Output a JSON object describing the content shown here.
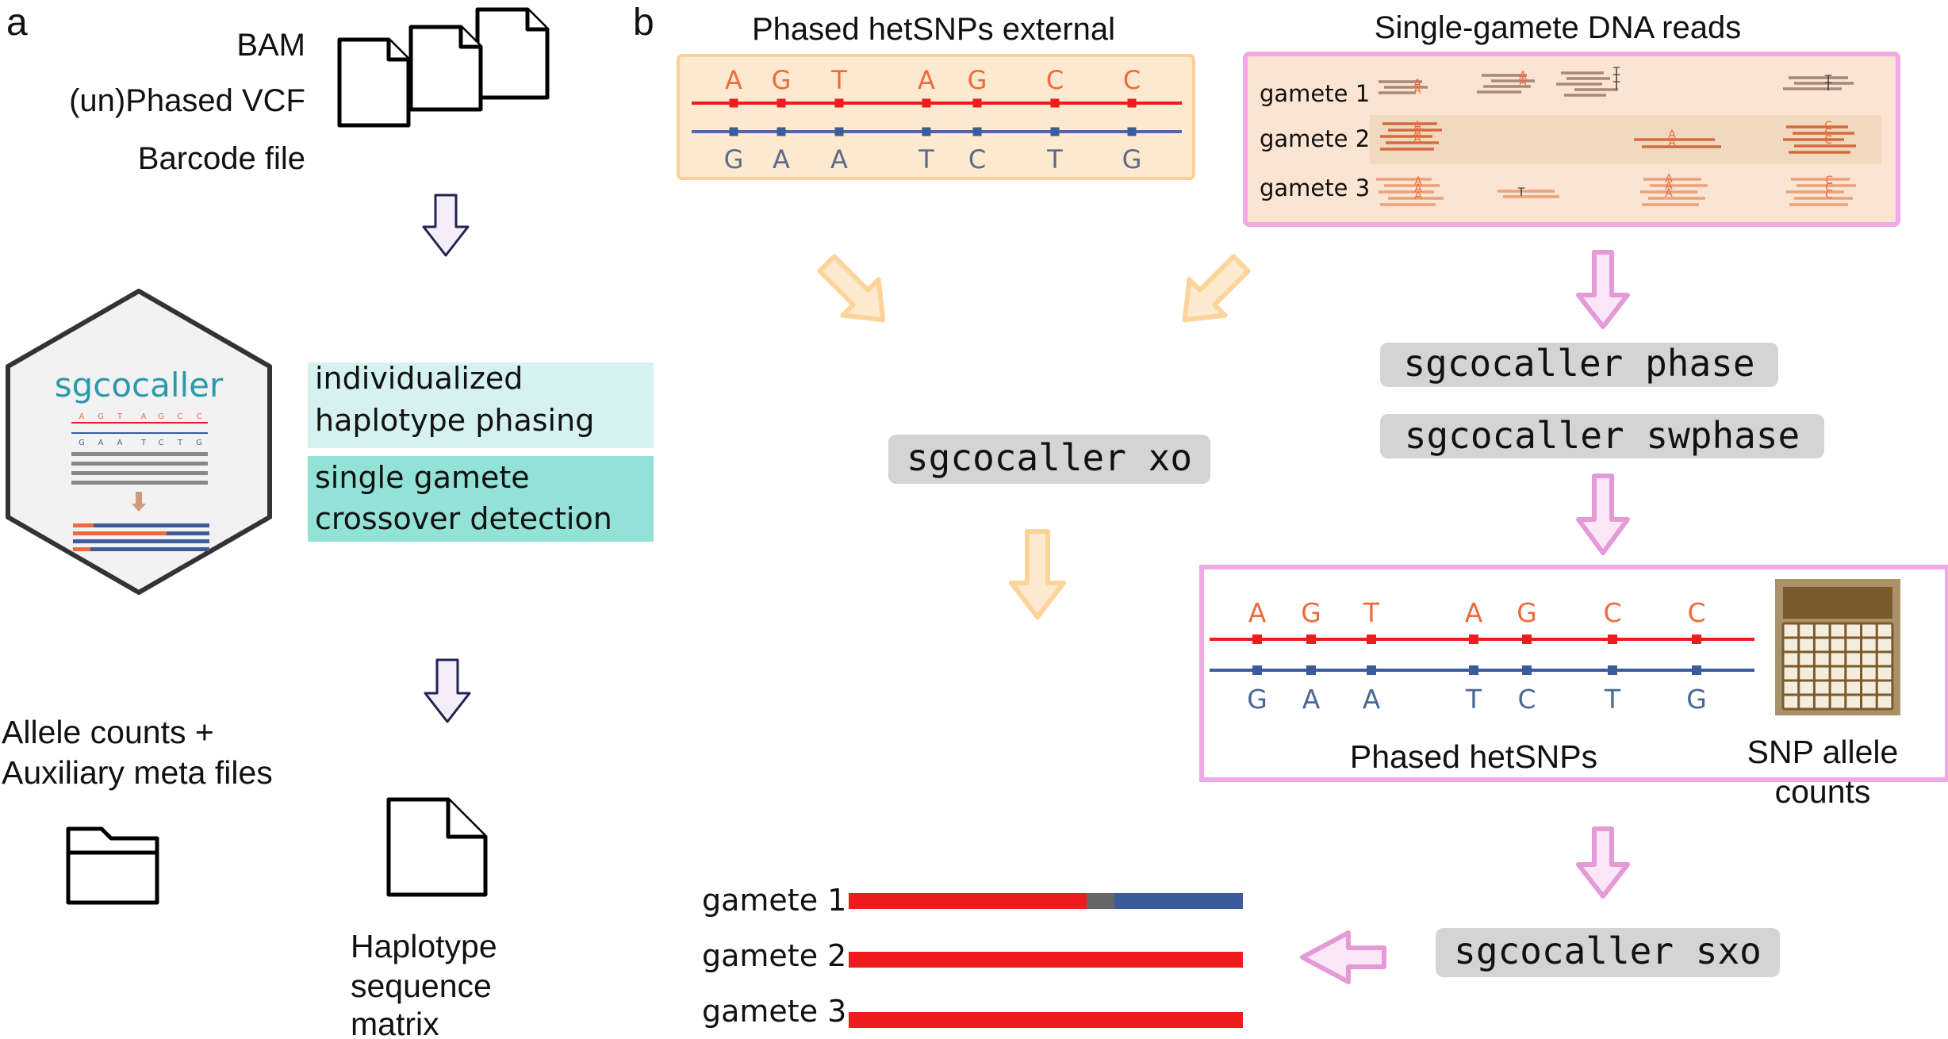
{
  "panel_a": {
    "label": "a",
    "inputs": [
      "BAM",
      "(un)Phased VCF",
      "Barcode file"
    ],
    "logo_text": "sgcocaller",
    "logo_top_bases": [
      "A",
      "G",
      "T",
      "A",
      "G",
      "C",
      "C"
    ],
    "logo_bottom_bases": [
      "G",
      "A",
      "A",
      "T",
      "C",
      "T",
      "G"
    ],
    "feature1": [
      "individualized",
      "haplotype phasing"
    ],
    "feature2": [
      "single gamete",
      "crossover detection"
    ],
    "outputs_left": [
      "Allele counts +",
      "Auxiliary meta files"
    ],
    "outputs_right": [
      "Haplotype",
      "sequence",
      "matrix"
    ]
  },
  "panel_b": {
    "label": "b",
    "external_title": "Phased hetSNPs external",
    "external_top": [
      "A",
      "G",
      "T",
      "A",
      "G",
      "C",
      "C"
    ],
    "external_bottom": [
      "G",
      "A",
      "A",
      "T",
      "C",
      "T",
      "G"
    ],
    "reads_title": "Single-gamete DNA reads",
    "gametes": [
      "gamete 1",
      "gamete 2",
      "gamete 3"
    ],
    "cmd_xo": "sgcocaller xo",
    "cmd_phase": "sgcocaller phase",
    "cmd_swphase": "sgcocaller swphase",
    "cmd_sxo": "sgcocaller sxo",
    "phased_top": [
      "A",
      "G",
      "T",
      "A",
      "G",
      "C",
      "C"
    ],
    "phased_bottom": [
      "G",
      "A",
      "A",
      "T",
      "C",
      "T",
      "G"
    ],
    "phased_label": "Phased hetSNPs",
    "counts_label": [
      "SNP allele",
      "counts"
    ],
    "result_gametes": [
      "gamete 1",
      "gamete 2",
      "gamete 3"
    ],
    "read_letters": {
      "g1": [
        "A",
        "A",
        "A",
        "A",
        "T",
        "T",
        "T",
        "T",
        "T"
      ],
      "g2": [
        "A",
        "A",
        "A",
        "A",
        "A",
        "C",
        "C",
        "C"
      ],
      "g3": [
        "A",
        "A",
        "A",
        "T",
        "A",
        "A",
        "A",
        "C",
        "C",
        "C"
      ]
    }
  },
  "colors": {
    "hap1": "#ee1c1c",
    "hap2": "#3b5b9a",
    "orange_text": "#ef6a3a",
    "blue_text": "#4a6896",
    "external_box_fill": "#fde9cf",
    "external_box_stroke": "#fbd096",
    "reads_box_stroke": "#f0a8e6",
    "reads_row_light": "#fbe4d2",
    "reads_row_dark": "#f1d9bf",
    "orange_arrow": "#fcd49a",
    "pink_arrow": "#e59ad8",
    "cmd_bg": "#d4d4d4",
    "feature1_bg": "#d5f1f0",
    "feature2_bg": "#92e2d7",
    "logo_text": "#2a9aab",
    "crossover_gray": "#666666"
  }
}
